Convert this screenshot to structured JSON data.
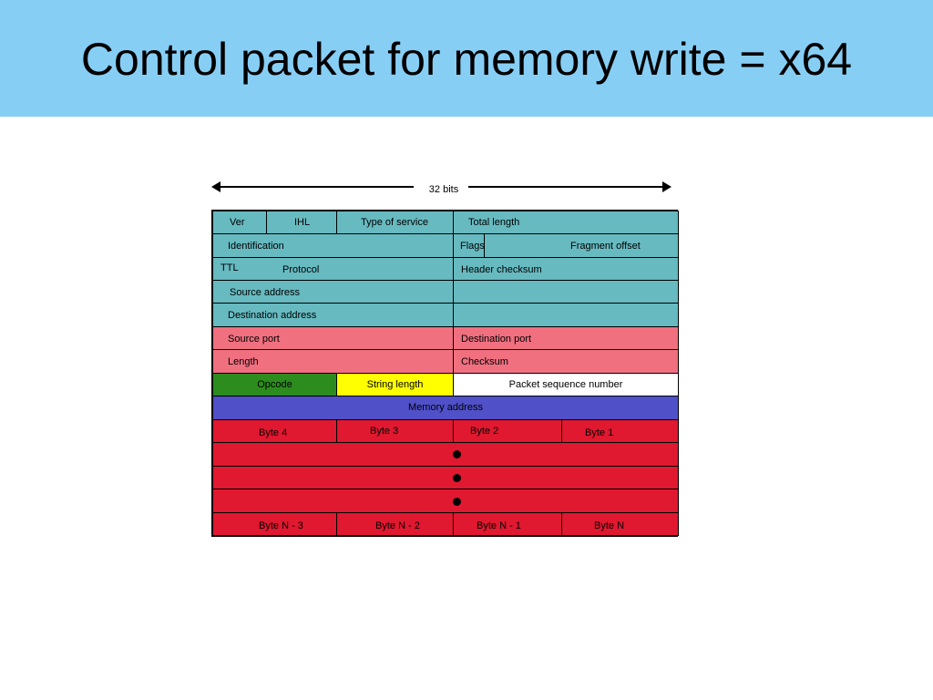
{
  "slide": {
    "title": "Control packet for memory write = x64"
  },
  "width_indicator": {
    "label": "32 bits"
  },
  "fields": {
    "ver": "Ver",
    "ihl": "IHL",
    "type_of_service": "Type of service",
    "total_length": "Total length",
    "identification": "Identification",
    "flags": "Flags",
    "fragment_offset": "Fragment offset",
    "ttl": "TTL",
    "protocol": "Protocol",
    "header_checksum": "Header checksum",
    "source_address": "Source address",
    "destination_address": "Destination address",
    "source_port": "Source port",
    "destination_port": "Destination port",
    "length": "Length",
    "checksum": "Checksum",
    "opcode": "Opcode",
    "string_length": "String length",
    "packet_sequence_number": "Packet sequence number",
    "memory_address": "Memory address",
    "byte_4": "Byte 4",
    "byte_3": "Byte 3",
    "byte_2": "Byte 2",
    "byte_1": "Byte 1",
    "byte_n_minus_3": "Byte N - 3",
    "byte_n_minus_2": "Byte N - 2",
    "byte_n_minus_1": "Byte N - 1",
    "byte_n": "Byte N"
  },
  "colors": {
    "title_bar": "#87cef5",
    "ip_header": "#66bac0",
    "udp_header": "#f07080",
    "opcode": "#2c8c1e",
    "string_length": "#ffff00",
    "packet_sequence_number": "#ffffff",
    "memory_address": "#5050c8",
    "data_bytes": "#e01830"
  }
}
